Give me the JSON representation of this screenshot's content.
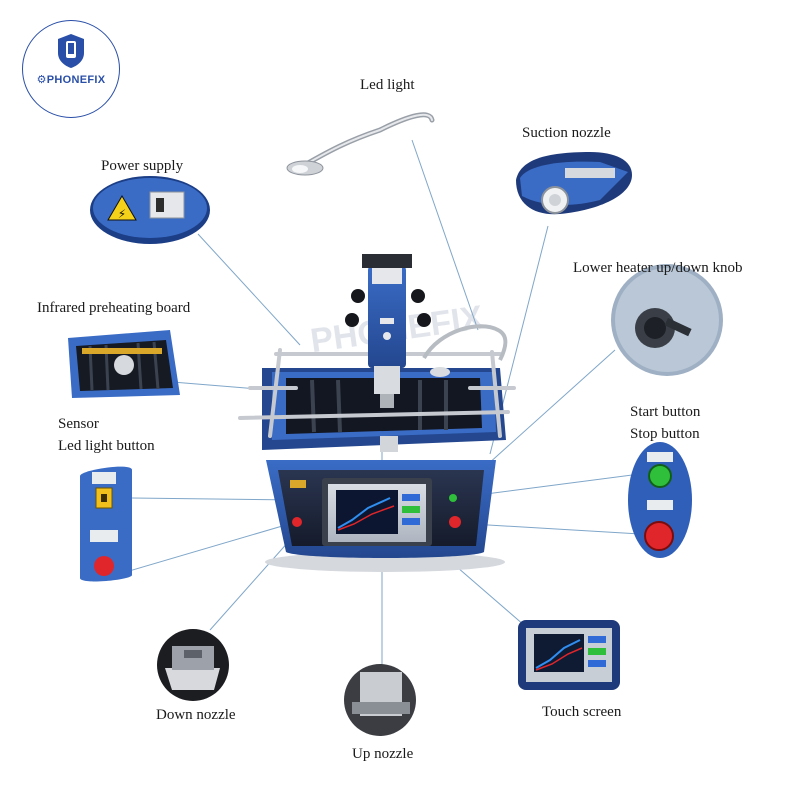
{
  "logo": {
    "text": "PHONEFIX"
  },
  "watermark": "PHONEFIX",
  "labels": {
    "led_light": "Led light",
    "suction_nozzle": "Suction nozzle",
    "power_supply": "Power supply",
    "lower_heater": "Lower heater up/down knob",
    "infrared_board": "Infrared preheating board",
    "sensor": "Sensor",
    "led_light_button": "Led light button",
    "start_button": "Start button",
    "stop_button": "Stop button",
    "down_nozzle": "Down nozzle",
    "up_nozzle": "Up nozzle",
    "touch_screen": "Touch screen"
  },
  "colors": {
    "machine_blue": "#2f5fb8",
    "machine_dark": "#1d2f5c",
    "leader_line": "#7fa6c9",
    "start_green": "#2fbf3a",
    "stop_red": "#e0262a",
    "logo_blue": "#2a4fa8"
  }
}
